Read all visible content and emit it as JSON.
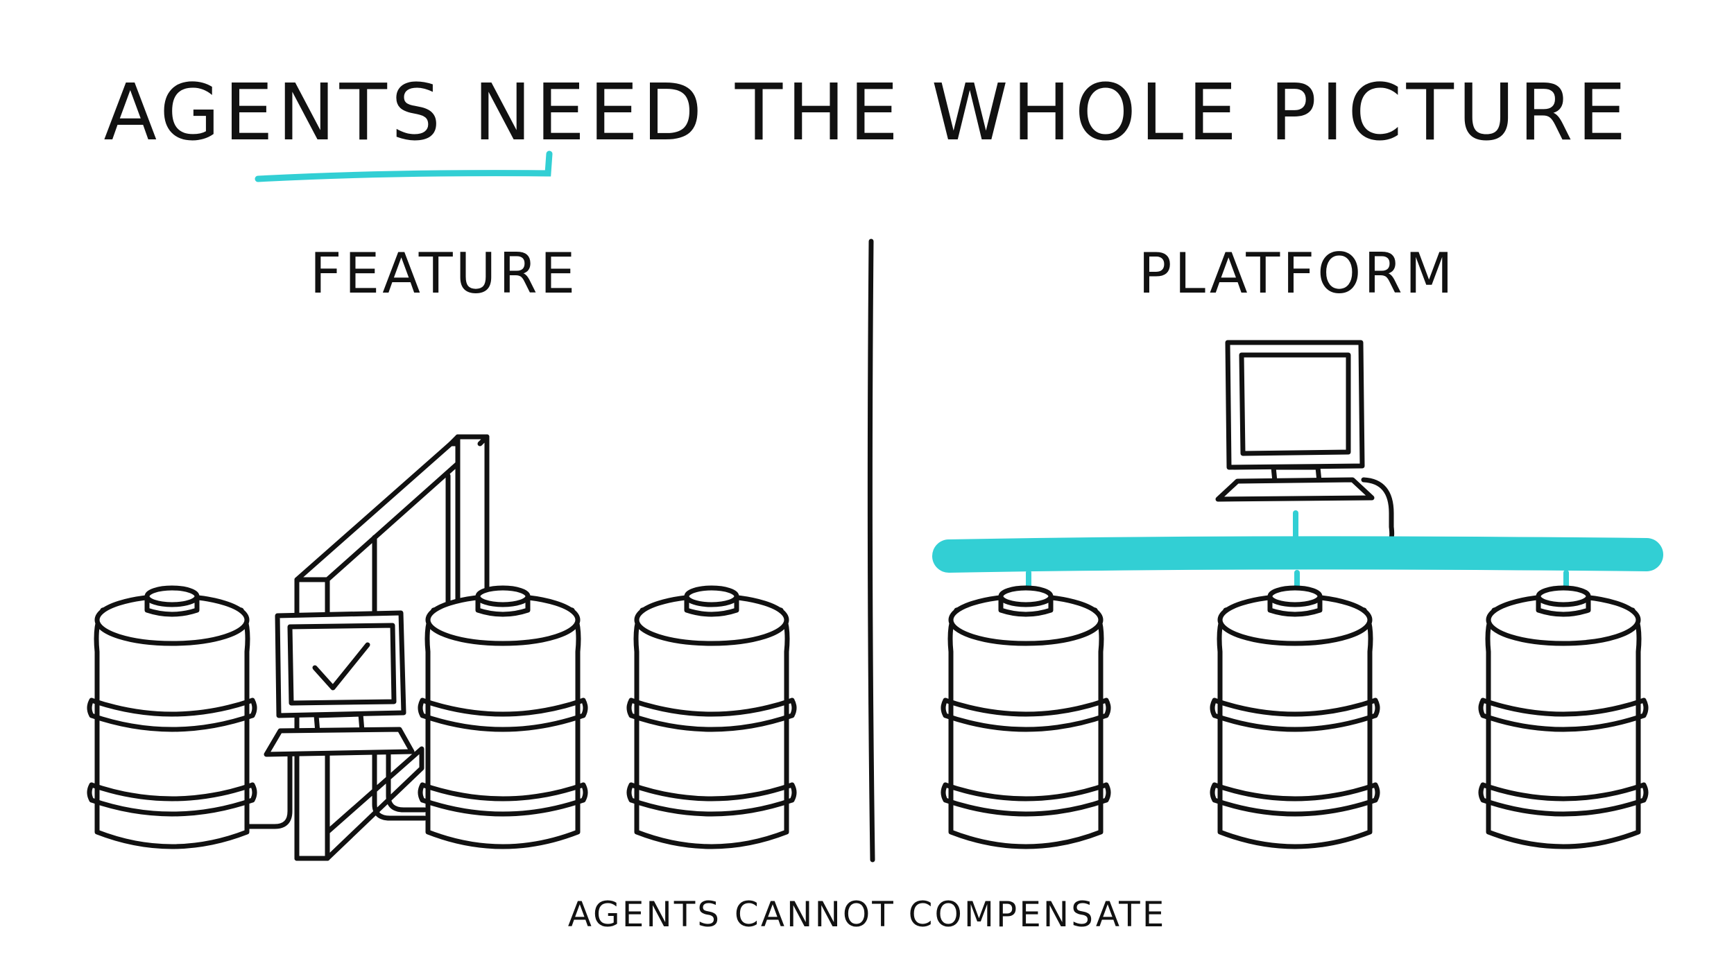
{
  "title": "AGENTS NEED THE WHOLE PICTURE",
  "left_panel": {
    "label": "FEATURE"
  },
  "right_panel": {
    "label": "PLATFORM"
  },
  "caption": "AGENTS CANNOT COMPENSATE",
  "colors": {
    "accent": "#32cfd4",
    "ink": "#111111",
    "background": "#ffffff"
  },
  "icons": [
    "barrel-icon",
    "computer-icon",
    "checkmark-icon",
    "keyboard-icon",
    "conveyor-icon",
    "bus-bar-icon"
  ]
}
